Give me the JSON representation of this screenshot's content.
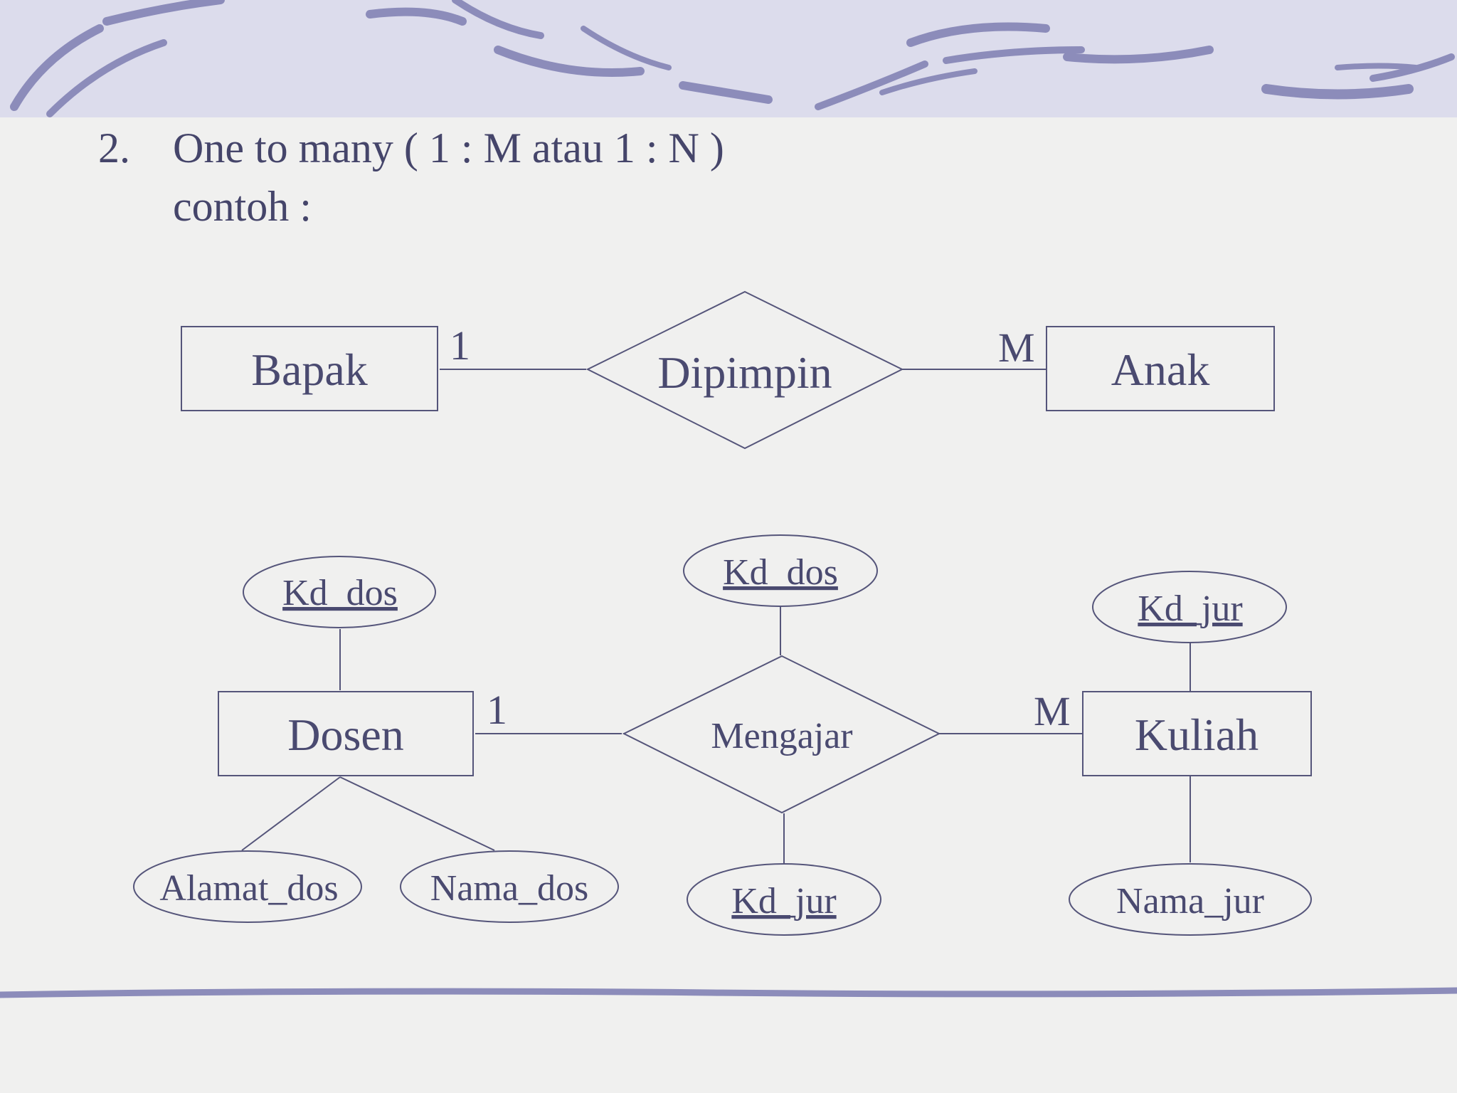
{
  "slide": {
    "number": "2.",
    "title": "One to many ( 1 : M atau 1 : N )",
    "subtitle": "contoh :"
  },
  "colors": {
    "ink": "#4a4a70",
    "line": "#55557a",
    "banner": "#dcdcec",
    "stroke_accent": "#8c8cba",
    "background": "#f0f0ef"
  },
  "diagram1": {
    "entity_left": "Bapak",
    "relationship": "Dipimpin",
    "entity_right": "Anak",
    "cardinality_left": "1",
    "cardinality_right": "M"
  },
  "diagram2": {
    "entity_left": "Dosen",
    "relationship": "Mengajar",
    "entity_right": "Kuliah",
    "cardinality_left": "1",
    "cardinality_right": "M",
    "attributes": {
      "dosen_key": "Kd_dos",
      "dosen_alamat": "Alamat_dos",
      "dosen_nama": "Nama_dos",
      "mengajar_top": "Kd_dos",
      "mengajar_bottom": "Kd_jur",
      "kuliah_key": "Kd_jur",
      "kuliah_nama": "Nama_jur"
    }
  }
}
